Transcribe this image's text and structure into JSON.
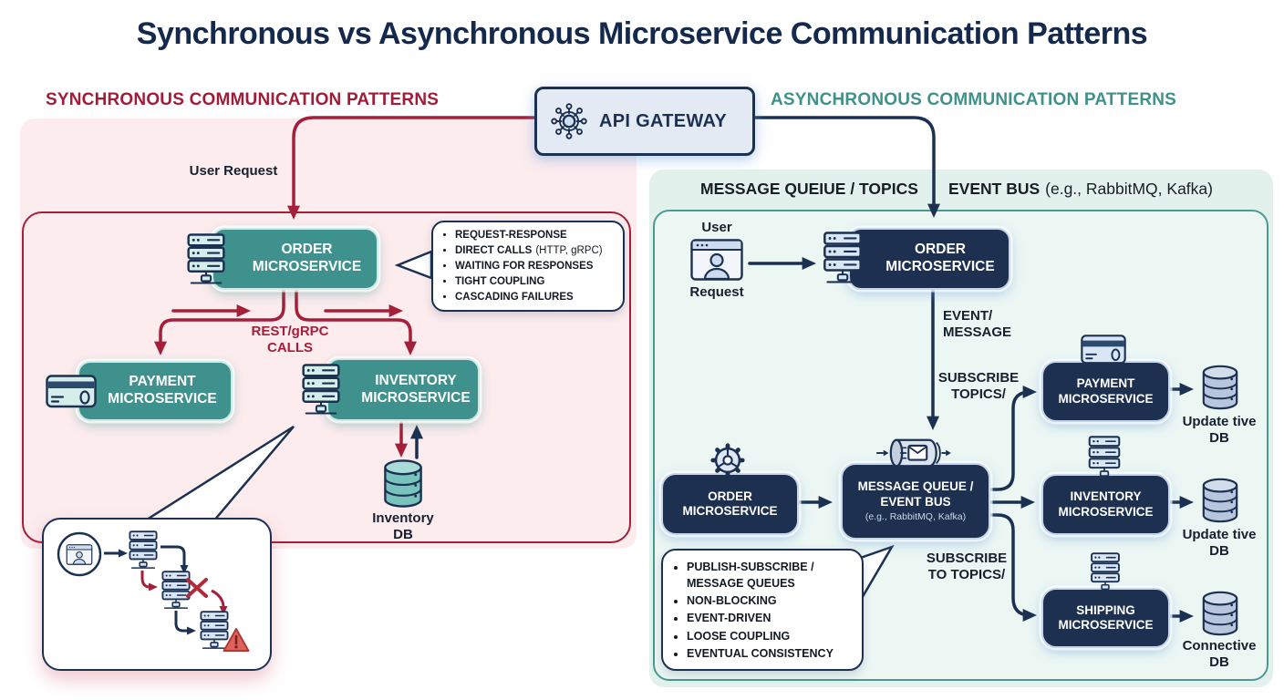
{
  "title": "Synchronous vs Asynchronous Microservice Communication Patterns",
  "colors": {
    "crimson": "#a51e3a",
    "navy": "#1c3152",
    "teal_box": "#3e918c",
    "teal_header": "#3f918a",
    "pink_panel": "#fcecee",
    "mint_panel": "#e3f1ed",
    "navy_box": "#1d3050",
    "db_teal": "#79c3bd",
    "db_blue": "#b7c6dc"
  },
  "api_gateway": {
    "label": "API GATEWAY",
    "icon": "hub-network-icon"
  },
  "sync": {
    "header": "SYNCHRONOUS COMMUNICATION PATTERNS",
    "user_request_label": "User Request",
    "order_service": {
      "line1": "ORDER",
      "line2": "MICROSERVICE",
      "icon": "server-icon"
    },
    "callout": {
      "bullets": [
        {
          "main": "REQUEST-RESPONSE",
          "note": ""
        },
        {
          "main": "DIRECT CALLS",
          "note": "(HTTP, gRPC)"
        },
        {
          "main": "WAITING FOR RESPONSES",
          "note": ""
        },
        {
          "main": "TIGHT COUPLING",
          "note": ""
        },
        {
          "main": "CASCADING FAILURES",
          "note": ""
        }
      ]
    },
    "rest_label": {
      "line1": "REST/gRPC",
      "line2": "CALLS"
    },
    "payment_service": {
      "line1": "PAYMENT",
      "line2": "MICROSERVICE",
      "icon": "credit-card-icon"
    },
    "inventory_service": {
      "line1": "INVENTORY",
      "line2": "MICROSERVICE",
      "icon": "server-icon"
    },
    "inventory_db": {
      "line1": "Inventory",
      "line2": "DB",
      "icon": "database-icon"
    },
    "failure_inset": {
      "icons": [
        "user-browser-icon",
        "server-icon",
        "server-icon",
        "error-x-icon",
        "server-icon",
        "warning-triangle-icon"
      ]
    }
  },
  "async": {
    "header": "ASYNCHRONOUS COMMUNICATION PATTERNS",
    "queue_topics_header": "MESSAGE QUEIUE / TOPICS",
    "event_bus_header": {
      "bold": "EVENT BUS",
      "note": "(e.g., RabbitMQ, Kafka)"
    },
    "user": {
      "line1": "User",
      "line2": "Request",
      "icon": "user-browser-icon"
    },
    "order_service_top": {
      "line1": "ORDER",
      "line2": "MICROSERVICE",
      "icon": "server-icon"
    },
    "event_message_label": {
      "line1": "EVENT/",
      "line2": "MESSAGE"
    },
    "subscribe_topics_label": {
      "line1": "SUBSCRIBE",
      "line2": "TOPICS/"
    },
    "order_service_left": {
      "line1": "ORDER",
      "line2": "MICROSERVICE",
      "icon": "gear-icon"
    },
    "message_queue": {
      "line1": "MESSAGE QUEUE /",
      "line2": "EVENT BUS",
      "line3": "(e.g., RabbitMQ, Kafka)",
      "icon": "message-queue-icon"
    },
    "subscribe_to_topics_label": {
      "line1": "SUBSCRIBE",
      "line2": "TO TOPICS/"
    },
    "payment_service": {
      "line1": "PAYMENT",
      "line2": "MICROSERVICE",
      "icon": "credit-card-icon"
    },
    "inventory_service": {
      "line1": "INVENTORY",
      "line2": "MICROSERVICE",
      "icon": "server-icon"
    },
    "shipping_service": {
      "line1": "SHIPPING",
      "line2": "MICROSERVICE",
      "icon": "server-icon"
    },
    "db_payment": {
      "line1": "Update tive",
      "line2": "DB",
      "icon": "database-icon"
    },
    "db_inventory": {
      "line1": "Update tive",
      "line2": "DB",
      "icon": "database-icon"
    },
    "db_shipping": {
      "line1": "Connective",
      "line2": "DB",
      "icon": "database-icon"
    },
    "callout": {
      "bullets": [
        {
          "main": "PUBLISH-SUBSCRIBE / MESSAGE QUEUES"
        },
        {
          "main": "NON-BLOCKING"
        },
        {
          "main": "EVENT-DRIVEN"
        },
        {
          "main": "LOOSE COUPLING"
        },
        {
          "main": "EVENTUAL CONSISTENCY"
        }
      ]
    }
  }
}
